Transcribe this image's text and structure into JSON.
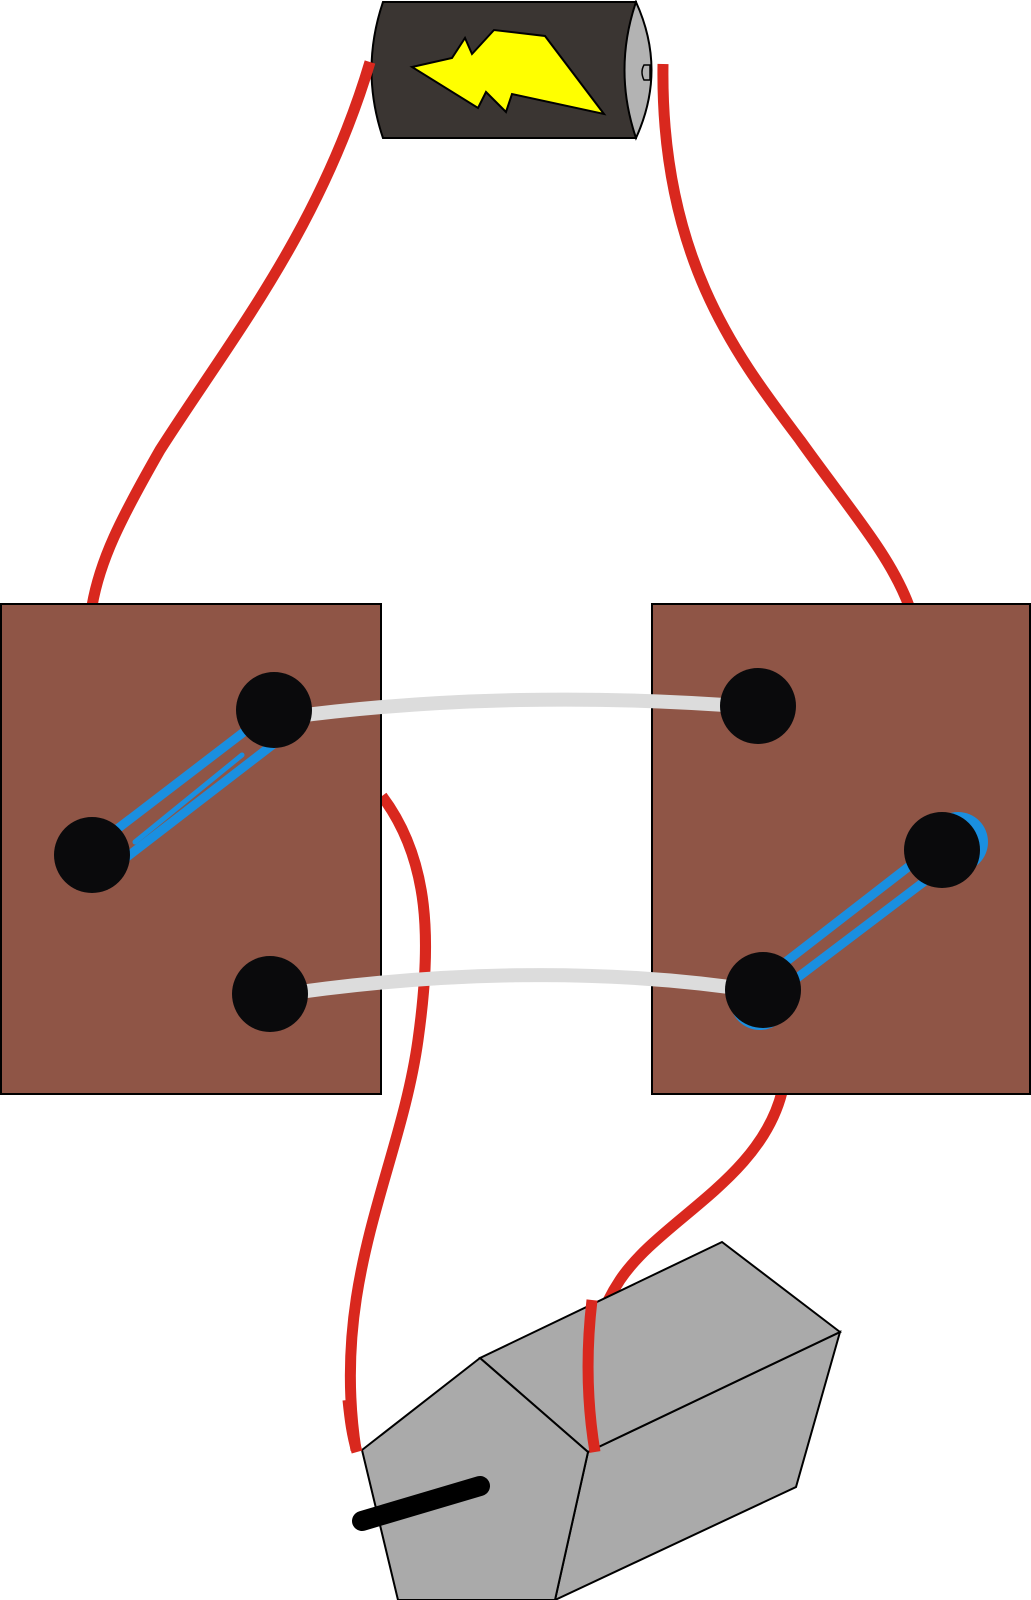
{
  "diagram": {
    "components": [
      "battery",
      "switch-left",
      "switch-right",
      "motor"
    ],
    "colors": {
      "wire_red": "#d9281e",
      "wire_white": "#dcdcdc",
      "switch_body": "#8f5546",
      "terminal": "#0a0a0c",
      "blade": "#1a8fe0",
      "battery_body": "#3a3532",
      "battery_cap": "#b3b3b3",
      "lightning": "#ffff00",
      "motor_body": "#aaaaaa",
      "motor_shaft": "#000000"
    },
    "icons": {
      "battery": "lightning-bolt-icon",
      "motor": "motor-icon"
    }
  }
}
